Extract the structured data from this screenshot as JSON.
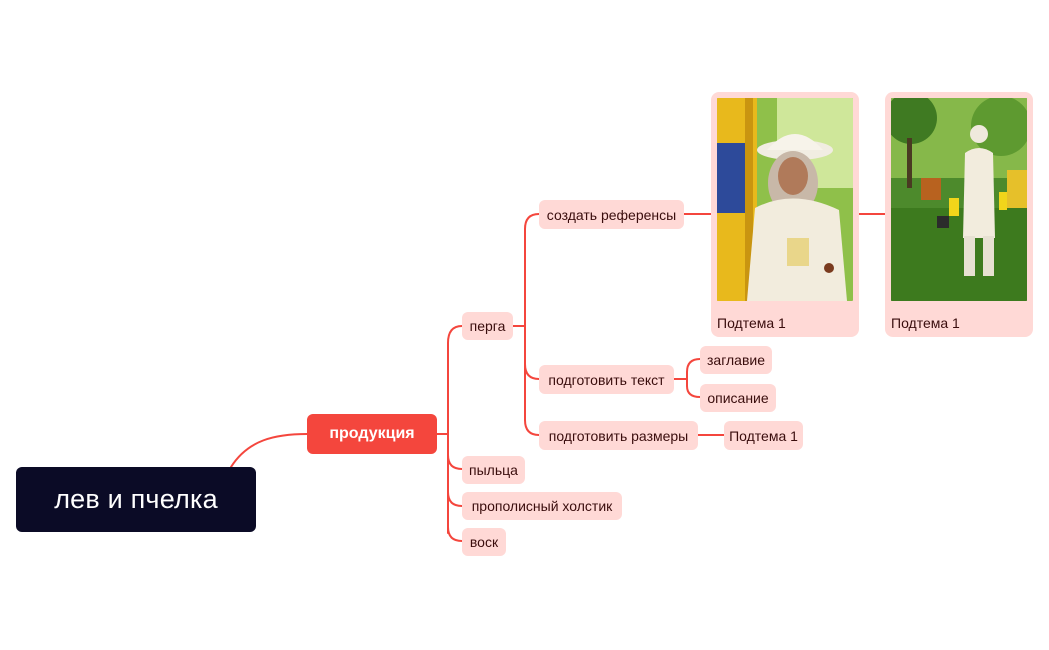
{
  "root": {
    "label": "лев и пчелка"
  },
  "main_topic": {
    "label": "продукция"
  },
  "subtopics": {
    "perga": {
      "label": "перга"
    },
    "create_refs": {
      "label": "создать референсы"
    },
    "prepare_text": {
      "label": "подготовить текст"
    },
    "title": {
      "label": "заглавие"
    },
    "description": {
      "label": "описание"
    },
    "prepare_sizes": {
      "label": "подготовить размеры"
    },
    "sizes_child": {
      "label": "Подтема 1"
    },
    "pollen": {
      "label": "пыльца"
    },
    "propolis": {
      "label": "прополисный холстик"
    },
    "wax": {
      "label": "воск"
    }
  },
  "image_cards": [
    {
      "caption": "Подтема 1",
      "image": "beekeeper-closeup-photo"
    },
    {
      "caption": "Подтема 1",
      "image": "beekeeper-garden-photo"
    }
  ],
  "colors": {
    "root_bg": "#0b0b26",
    "main_bg": "#f4463d",
    "node_bg": "#ffd9d6",
    "connector": "#f4463d",
    "node_text": "#3a0d0d"
  }
}
